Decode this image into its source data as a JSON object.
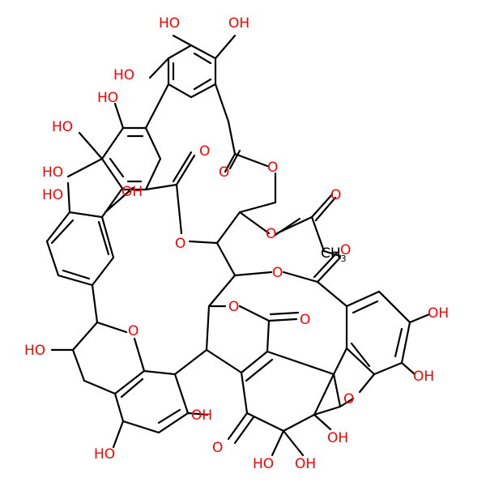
{
  "colors": {
    "heteroatom": "#ff0000",
    "carbon": "#000000",
    "background": "#ffffff"
  },
  "labels": {
    "oh_1": "HO",
    "oh_2": "OH",
    "oh_3": "HO",
    "oh_4": "HO",
    "oh_5": "HO",
    "oh_6": "HO",
    "oh_7": "OH",
    "oh_8": "HO",
    "oh_9": "HO",
    "oh_10": "OH",
    "oh_11": "OH",
    "oh_12": "HO",
    "oh_13": "OH",
    "oh_14": "OH",
    "oh_15": "HO",
    "oh_16": "OH",
    "o_carbonyl_1": "O",
    "o_carbonyl_2": "O",
    "o_carbonyl_3": "O",
    "o_carbonyl_4": "O",
    "o_carbonyl_5": "O",
    "o_carbonyl_6": "O",
    "o_ring_1": "O",
    "o_ring_2": "O",
    "o_ring_3": "O",
    "o_ring_4": "O",
    "o_ring_5": "O",
    "o_ring_6": "O",
    "o_ring_7": "O",
    "ch3": "CH",
    "ch3_sub": "3"
  }
}
